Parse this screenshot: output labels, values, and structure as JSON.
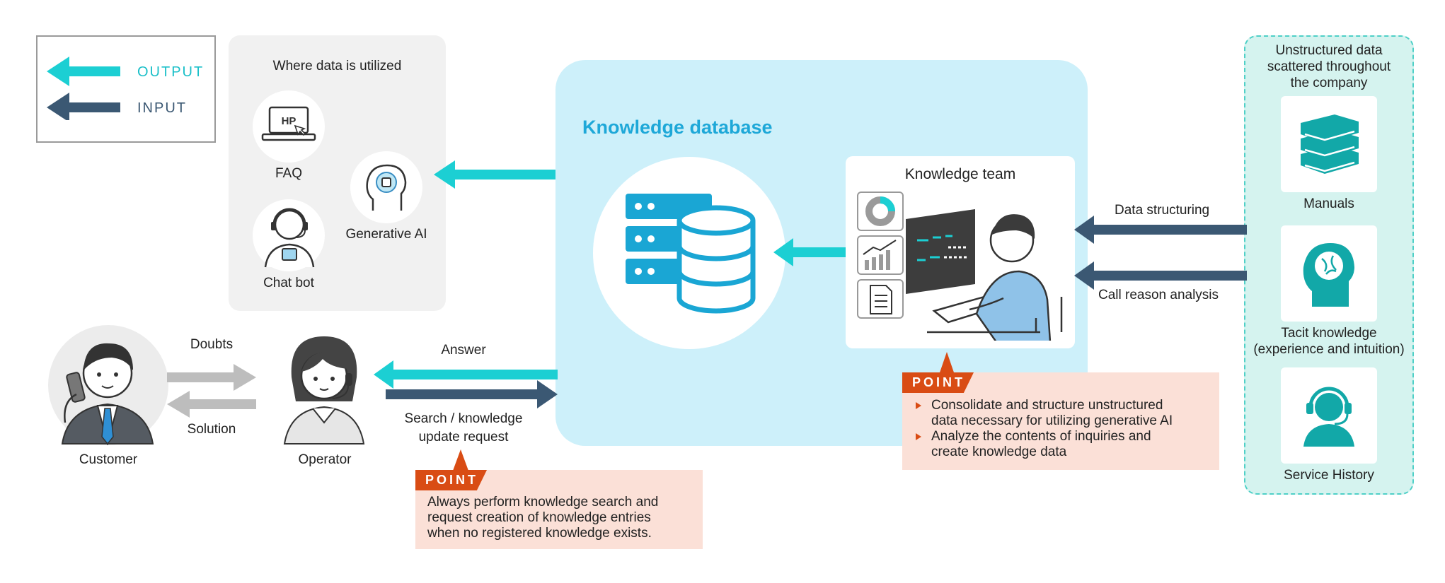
{
  "legend": {
    "output": "OUTPUT",
    "input": "INPUT"
  },
  "utilized": {
    "title": "Where data is utilized",
    "faq": "FAQ",
    "chatbot": "Chat bot",
    "genai": "Generative AI",
    "hp_label": "HP"
  },
  "kdb": {
    "title": "Knowledge database"
  },
  "team": {
    "title": "Knowledge team"
  },
  "unstructured": {
    "title_lines": [
      "Unstructured data",
      "scattered throughout",
      "the company"
    ],
    "manuals": "Manuals",
    "tacit_lines": [
      "Tacit knowledge",
      "(experience and intuition)"
    ],
    "history": "Service History"
  },
  "flows": {
    "data_structuring": "Data structuring",
    "call_reason": "Call reason analysis",
    "answer": "Answer",
    "search_lines": [
      "Search / knowledge",
      "update request"
    ],
    "doubts": "Doubts",
    "solution": "Solution"
  },
  "people": {
    "customer": "Customer",
    "operator": "Operator"
  },
  "point_label": "POINT",
  "point_operator": [
    "Always perform knowledge search and",
    "request creation of knowledge  entries",
    "when no registered knowledge  exists."
  ],
  "point_team": [
    [
      "Consolidate and structure unstructured",
      "data necessary for utilizing  generative AI"
    ],
    [
      "Analyze  the contents of inquiries and",
      "create knowledge  data"
    ]
  ],
  "colors": {
    "output": "#1ccfd3",
    "input": "#3b5873",
    "kdb_bg": "#cdf0fa",
    "teal": "#12a8a8",
    "blue_title": "#1ea8d8",
    "point": "#d94c14"
  }
}
